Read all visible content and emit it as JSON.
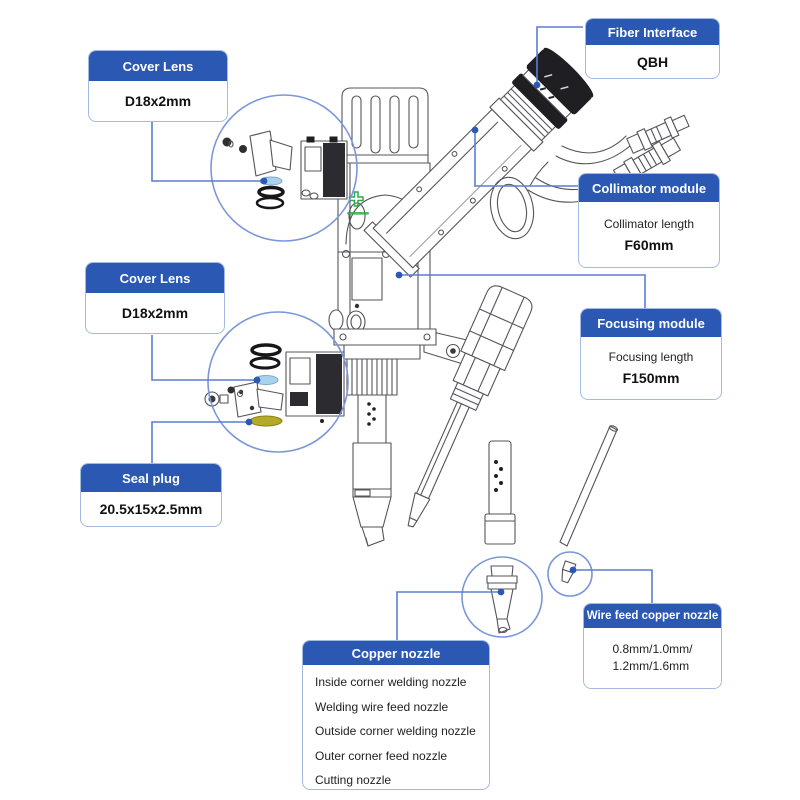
{
  "colors": {
    "header_blue": "#2a58b2",
    "box_border": "#a3bbe2",
    "connector_blue": "#5b7ed2",
    "callout_circle_blue": "#7b97d9",
    "dot_blue": "#2a58b2",
    "line_gray": "#55555a",
    "black_part": "#1f1f23",
    "lens_blue": "#aad2ec",
    "seal_yellow": "#b4aa28",
    "logo_green": "#2faa4a"
  },
  "callouts": {
    "cover_lens_top": {
      "title": "Cover Lens",
      "value": "D18x2mm"
    },
    "fiber_interface": {
      "title": "Fiber Interface",
      "value": "QBH"
    },
    "collimator_module": {
      "title": "Collimator module",
      "label": "Collimator length",
      "value": "F60mm"
    },
    "cover_lens_mid": {
      "title": "Cover Lens",
      "value": "D18x2mm"
    },
    "focusing_module": {
      "title": "Focusing module",
      "label": "Focusing length",
      "value": "F150mm"
    },
    "seal_plug": {
      "title": "Seal plug",
      "value": "20.5x15x2.5mm"
    },
    "wire_feed_nozzle": {
      "title": "Wire feed copper nozzle",
      "value_line1": "0.8mm/1.0mm/",
      "value_line2": "1.2mm/1.6mm"
    },
    "copper_nozzle": {
      "title": "Copper nozzle",
      "items": [
        "Inside corner welding nozzle",
        "Welding wire feed nozzle",
        "Outside corner welding nozzle",
        "Outer corner feed nozzle",
        "Cutting nozzle"
      ]
    }
  }
}
